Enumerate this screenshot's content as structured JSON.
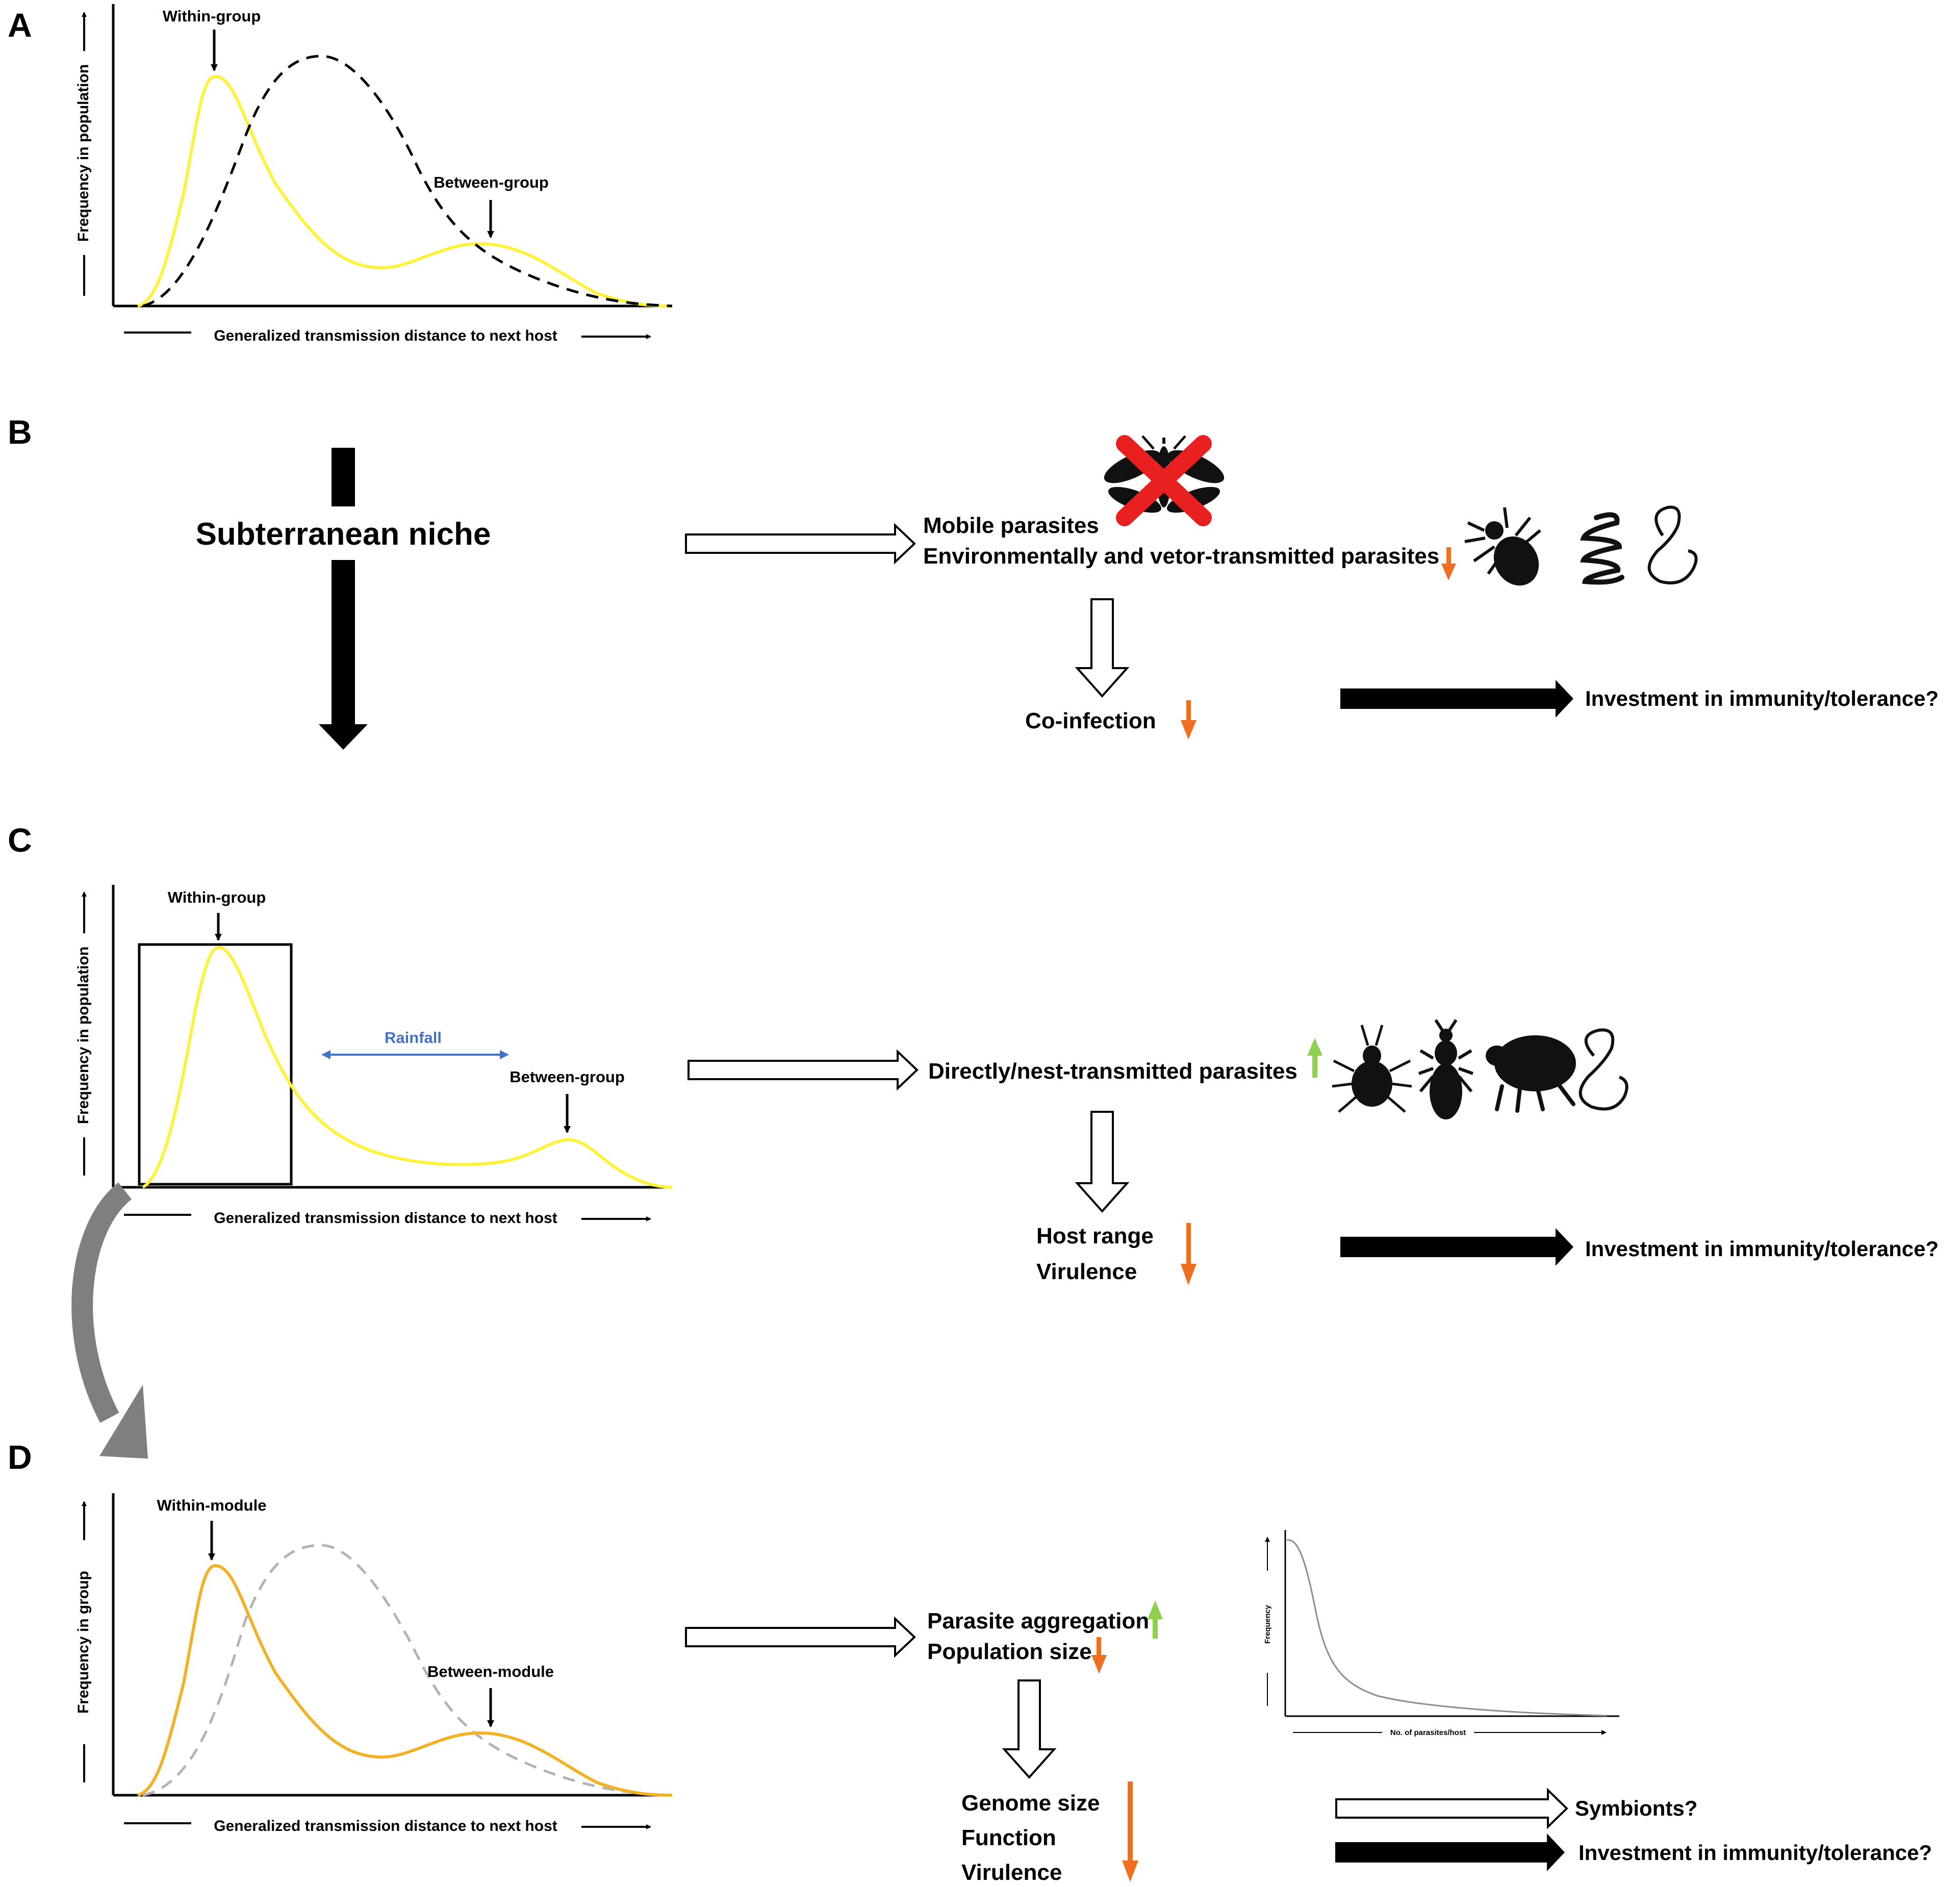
{
  "colors": {
    "yellow": "#fff23a",
    "orange": "#f2b227",
    "gray_dashed": "#b3b3b3",
    "blue": "#4472c4",
    "down_arrow": "#ee6f1f",
    "up_arrow": "#8fd14f",
    "curve_arrow": "#7f7f7f"
  },
  "panelA": {
    "letter": "A",
    "ylabel": "Frequency in population",
    "xlabel": "Generalized transmission distance to next host",
    "within": "Within-group",
    "between": "Between-group"
  },
  "panelB": {
    "letter": "B",
    "niche": "Subterranean niche",
    "mobile": "Mobile parasites",
    "env": "Environmentally and vetor-transmitted parasites",
    "coinf": "Co-infection",
    "invest": "Investment in immunity/tolerance?",
    "icons": [
      "crossed-out-mosquito-icon",
      "tick-icon",
      "coiled-worm-icon",
      "roundworm-icon"
    ]
  },
  "panelC": {
    "letter": "C",
    "ylabel": "Frequency in population",
    "xlabel": "Generalized transmission distance to next host",
    "within": "Within-group",
    "between": "Between-group",
    "rainfall": "Rainfall",
    "direct": "Directly/nest-transmitted parasites",
    "host_range": "Host range",
    "virulence": "Virulence",
    "invest": "Investment in immunity/tolerance?",
    "icons": [
      "mite-icon",
      "louse-icon",
      "flea-icon",
      "roundworm-icon"
    ]
  },
  "panelD": {
    "letter": "D",
    "ylabel": "Frequency in group",
    "xlabel": "Generalized transmission distance to next host",
    "within": "Within-module",
    "between": "Between-module",
    "aggregation": "Parasite aggregation",
    "popsize": "Population size",
    "genome": "Genome size",
    "function": "Function",
    "virulence": "Virulence",
    "symbionts": "Symbionts?",
    "invest": "Investment in immunity/tolerance?",
    "inset": {
      "ylabel": "Frequency",
      "xlabel": "No. of parasites/host"
    }
  }
}
